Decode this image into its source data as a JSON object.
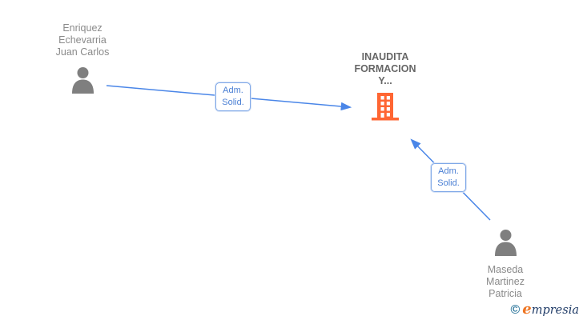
{
  "diagram": {
    "nodes": [
      {
        "id": "person-enriquez",
        "type": "person",
        "icon": "person-silhouette-icon",
        "label_lines": [
          "Enriquez",
          "Echevarria",
          "Juan Carlos"
        ]
      },
      {
        "id": "company-inaudita",
        "type": "company",
        "icon": "building-icon",
        "label_lines": [
          "INAUDITA",
          "FORMACION",
          "Y..."
        ]
      },
      {
        "id": "person-maseda",
        "type": "person",
        "icon": "person-silhouette-icon",
        "label_lines": [
          "Maseda",
          "Martinez",
          "Patricia"
        ]
      }
    ],
    "edges": [
      {
        "from": "person-enriquez",
        "to": "company-inaudita",
        "label_lines": [
          "Adm.",
          "Solid."
        ]
      },
      {
        "from": "person-maseda",
        "to": "company-inaudita",
        "label_lines": [
          "Adm.",
          "Solid."
        ]
      }
    ],
    "colors": {
      "arrow": "#4a86e8",
      "edge_label_text": "#4a7fd4",
      "edge_label_border": "#7fa8e8",
      "person_icon": "#7f7f7f",
      "company_icon": "#ff6633",
      "person_text": "#8a8a8a",
      "company_text": "#666666",
      "background": "#ffffff"
    }
  },
  "footer": {
    "copyright_symbol": "©",
    "brand_first_letter": "e",
    "brand_rest": "mpresia"
  }
}
